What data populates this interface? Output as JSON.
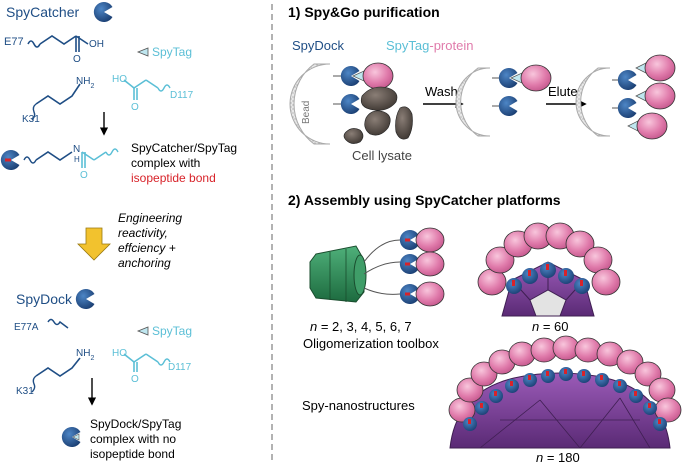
{
  "colors": {
    "navy": "#1f4e85",
    "cyan": "#5bbfd6",
    "red": "#d8232a",
    "pink": "#e07bab",
    "yellow": "#f2c22e",
    "green": "#2e8b57",
    "purple": "#7b3f98",
    "grey": "#6e6e6e"
  },
  "left": {
    "spycatcher": "SpyCatcher",
    "e77": "E77",
    "oh": "OH",
    "o1": "O",
    "nh2": "NH",
    "nh2_sub": "2",
    "k31": "K31",
    "ho": "HO",
    "o2": "O",
    "d117": "D117",
    "spytag": "SpyTag",
    "n": "N",
    "h": "H",
    "o3": "O",
    "complex_line1": "SpyCatcher/SpyTag",
    "complex_line2": "complex with",
    "complex_line3": "isopeptide bond",
    "eng_line1": "Engineering",
    "eng_line2": "reactivity,",
    "eng_line3": "effciency +",
    "eng_line4": "anchoring",
    "spydock": "SpyDock",
    "e77a": "E77A",
    "spytag2": "SpyTag",
    "nh2b": "NH",
    "nh2b_sub": "2",
    "hob": "HO",
    "ob": "O",
    "d117b": "D117",
    "k31b": "K31",
    "dock_line1": "SpyDock/SpyTag",
    "dock_line2": "complex with no",
    "dock_line3": "isopeptide bond"
  },
  "right": {
    "section1_title": "1) Spy&Go purification",
    "spydock": "SpyDock",
    "spytag": "SpyTag",
    "dash_protein": "-protein",
    "bead": "Bead",
    "cell_lysate": "Cell lysate",
    "wash": "Wash",
    "elute": "Elute",
    "section2_title": "2) Assembly using SpyCatcher platforms",
    "n_italic": "n",
    "n_values_oligo": " = 2, 3, 4, 5, 6, 7",
    "oligo_label": "Oligomerization toolbox",
    "n_60": " = 60",
    "nano_label": "Spy-nanostructures",
    "n_180": " = 180"
  }
}
